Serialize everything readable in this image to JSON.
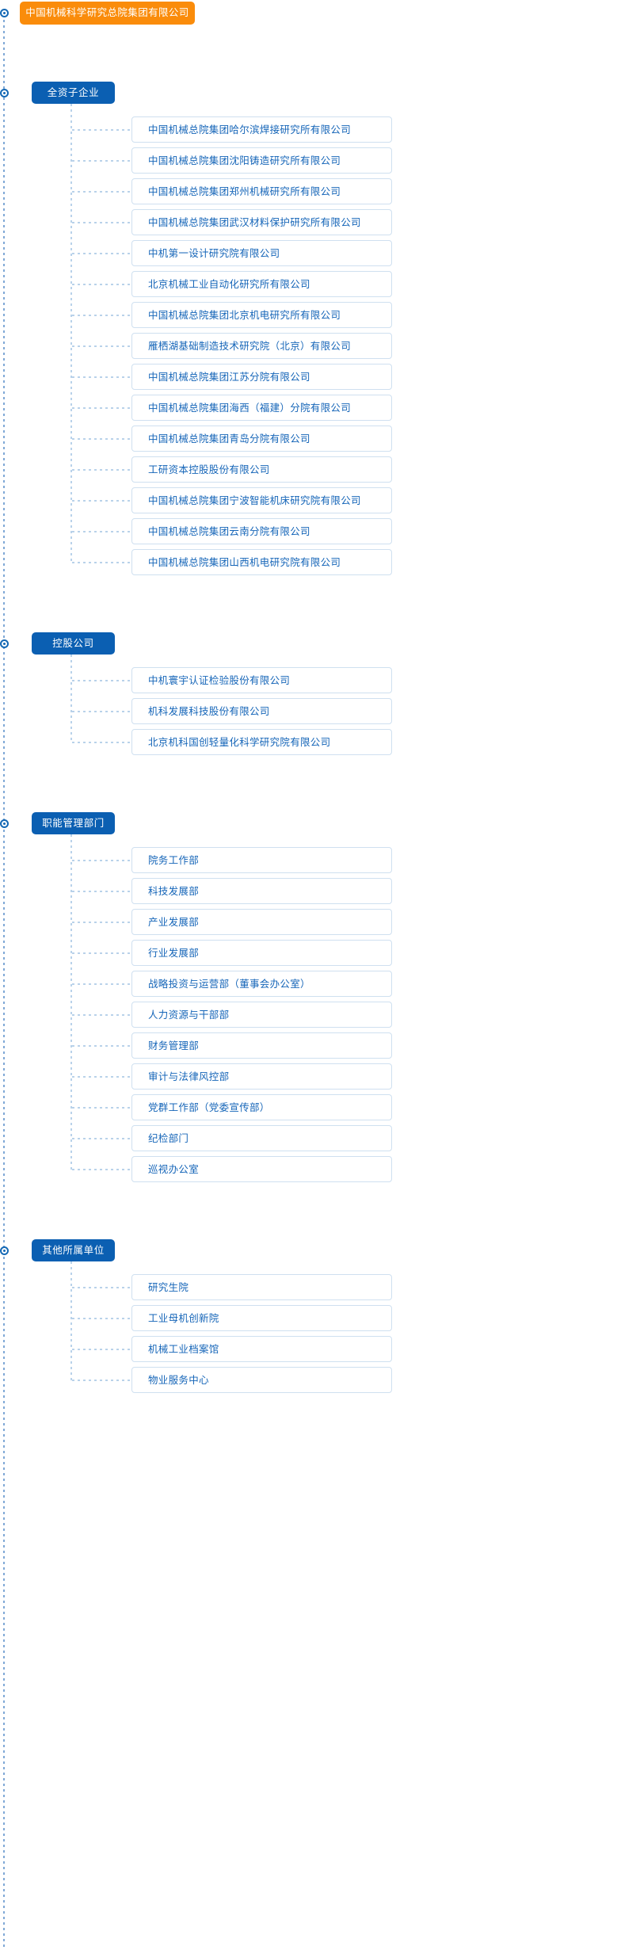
{
  "root": {
    "label": "中国机械科学研究总院集团有限公司",
    "color": "#fa8c0b",
    "marker_icon": "circle-dot-icon"
  },
  "theme": {
    "header_color": "#0b5fb2",
    "item_text_color": "#1565b8",
    "item_border_color": "#cfe0f0",
    "connector_color": "#b9d2ea",
    "trunk_color": "#7fa8d6"
  },
  "sections": [
    {
      "label": "全资子企业",
      "items": [
        "中国机械总院集团哈尔滨焊接研究所有限公司",
        "中国机械总院集团沈阳铸造研究所有限公司",
        "中国机械总院集团郑州机械研究所有限公司",
        "中国机械总院集团武汉材料保护研究所有限公司",
        "中机第一设计研究院有限公司",
        "北京机械工业自动化研究所有限公司",
        "中国机械总院集团北京机电研究所有限公司",
        "雁栖湖基础制造技术研究院（北京）有限公司",
        "中国机械总院集团江苏分院有限公司",
        "中国机械总院集团海西（福建）分院有限公司",
        "中国机械总院集团青岛分院有限公司",
        "工研资本控股股份有限公司",
        "中国机械总院集团宁波智能机床研究院有限公司",
        "中国机械总院集团云南分院有限公司",
        "中国机械总院集团山西机电研究院有限公司"
      ]
    },
    {
      "label": "控股公司",
      "items": [
        "中机寰宇认证检验股份有限公司",
        "机科发展科技股份有限公司",
        "北京机科国创轻量化科学研究院有限公司"
      ]
    },
    {
      "label": "职能管理部门",
      "items": [
        "院务工作部",
        "科技发展部",
        "产业发展部",
        "行业发展部",
        "战略投资与运营部（董事会办公室）",
        "人力资源与干部部",
        "财务管理部",
        "审计与法律风控部",
        "党群工作部（党委宣传部）",
        "纪检部门",
        "巡视办公室"
      ]
    },
    {
      "label": "其他所属单位",
      "items": [
        "研究生院",
        "工业母机创新院",
        "机械工业档案馆",
        "物业服务中心"
      ]
    }
  ]
}
